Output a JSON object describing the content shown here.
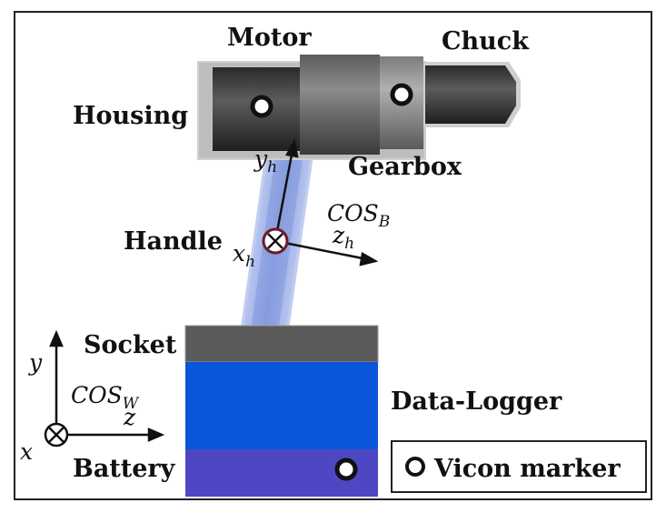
{
  "labels": {
    "motor": "Motor",
    "chuck": "Chuck",
    "housing": "Housing",
    "gearbox": "Gearbox",
    "handle": "Handle",
    "socket": "Socket",
    "data_logger": "Data-Logger",
    "battery": "Battery"
  },
  "handle_frame": {
    "y_axis": "y",
    "y_sub": "h",
    "x_axis": "x",
    "x_sub": "h",
    "z_axis": "z",
    "z_sub": "h",
    "cos_name": "COS",
    "cos_sub": "B"
  },
  "world_frame": {
    "y_axis": "y",
    "x_axis": "x",
    "z_axis": "z",
    "cos_name": "COS",
    "cos_sub": "W"
  },
  "legend": {
    "label": "Vicon marker"
  },
  "colors": {
    "socket": "#5a5a5a",
    "data_logger": "#0a56d8",
    "battery": "#4e47c4",
    "handle": "#8fa4e0"
  }
}
